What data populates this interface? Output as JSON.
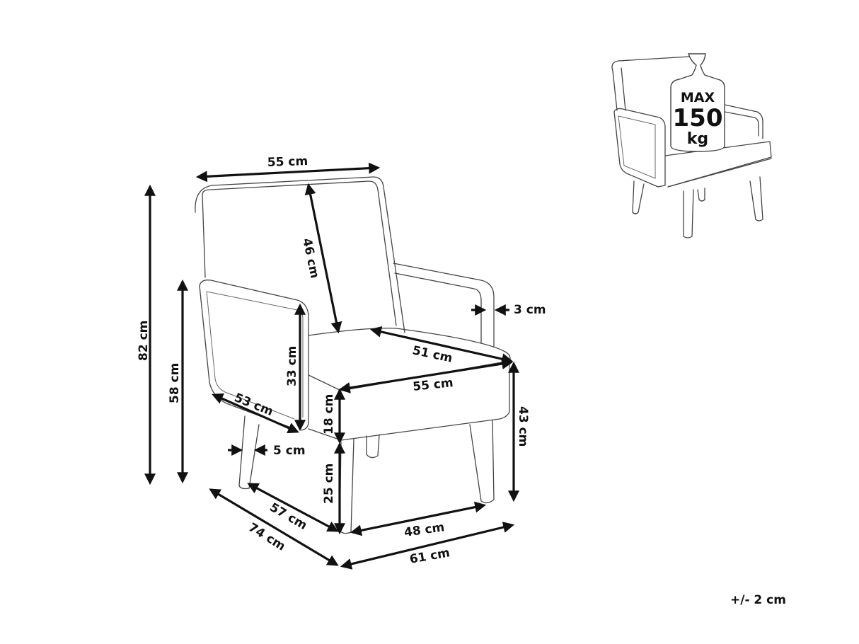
{
  "diagram": {
    "subject": "armchair dimension drawing",
    "dimensions": {
      "back_width": "55 cm",
      "backrest_height": "46 cm",
      "total_height": "82 cm",
      "armrest_height": "58 cm",
      "armrest_panel_height": "33 cm",
      "armrest_depth": "53 cm",
      "arm_thickness": "3 cm",
      "seat_depth": "51 cm",
      "seat_width": "55 cm",
      "seat_cushion_height": "18 cm",
      "seat_height": "43 cm",
      "leg_width": "5 cm",
      "leg_height": "25 cm",
      "leg_span_depth": "57 cm",
      "leg_span_width": "48 cm",
      "total_depth": "74 cm",
      "total_width": "61 cm"
    },
    "max_load": {
      "line1": "MAX",
      "line2": "150",
      "line3": "kg"
    },
    "tolerance": "+/- 2 cm"
  }
}
